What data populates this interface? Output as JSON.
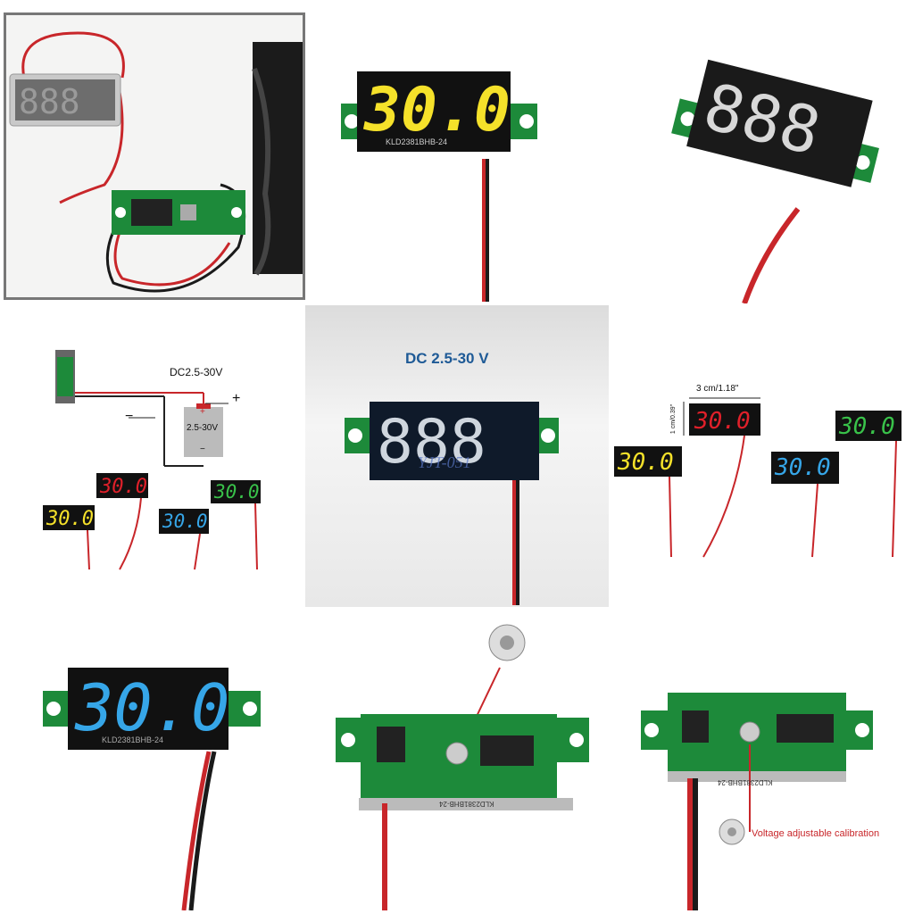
{
  "cells": {
    "c2": {
      "module_silk": "KLD2381BHB-24"
    },
    "c4": {
      "voltage_range": "DC2.5-30V",
      "plus": "+",
      "minus": "−",
      "battery_label": "2.5-30V",
      "batt_plus": "+",
      "batt_minus": "−"
    },
    "c5": {
      "heading": "DC 2.5-30 V",
      "watermark": "YJT-051"
    },
    "c6": {
      "width_dim": "3 cm/1.18\"",
      "height_dim": "1 cm/0.39\""
    },
    "c7": {
      "module_silk": "KLD2381BHB-24"
    },
    "c8": {
      "pcb_silk": "KLD2381BHB-24"
    },
    "c9": {
      "pcb_silk": "KLD2381BHB-24",
      "callout": "Voltage adjustable calibration"
    }
  },
  "colors": {
    "yellow": "#f5e12a",
    "red": "#e0202a",
    "blue": "#36a6e8",
    "green": "#39c24a",
    "white_digit": "#d8d8d8",
    "pcb_green": "#1d8a3a",
    "wire_red": "#c8262a",
    "wire_black": "#1a1a1a"
  },
  "icons": [
    "voltmeter-module-photo",
    "potentiometer-closeup-icon",
    "battery-icon",
    "arrow-icon"
  ]
}
